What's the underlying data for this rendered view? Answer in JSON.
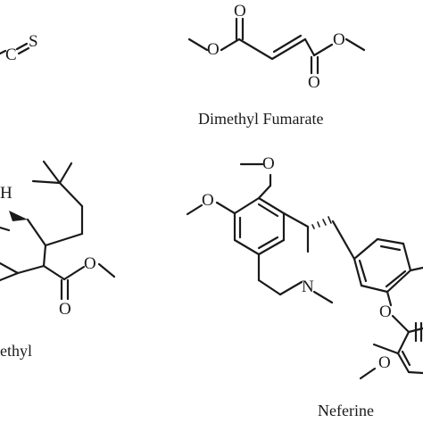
{
  "captions": {
    "dimethyl_fumarate": "Dimethyl Fumarate",
    "neferine": "Neferine",
    "partial_bottom_left": "ethyl"
  },
  "atom_labels": {
    "s": "S",
    "c": "C",
    "h": "H",
    "o": "O",
    "n": "N"
  }
}
